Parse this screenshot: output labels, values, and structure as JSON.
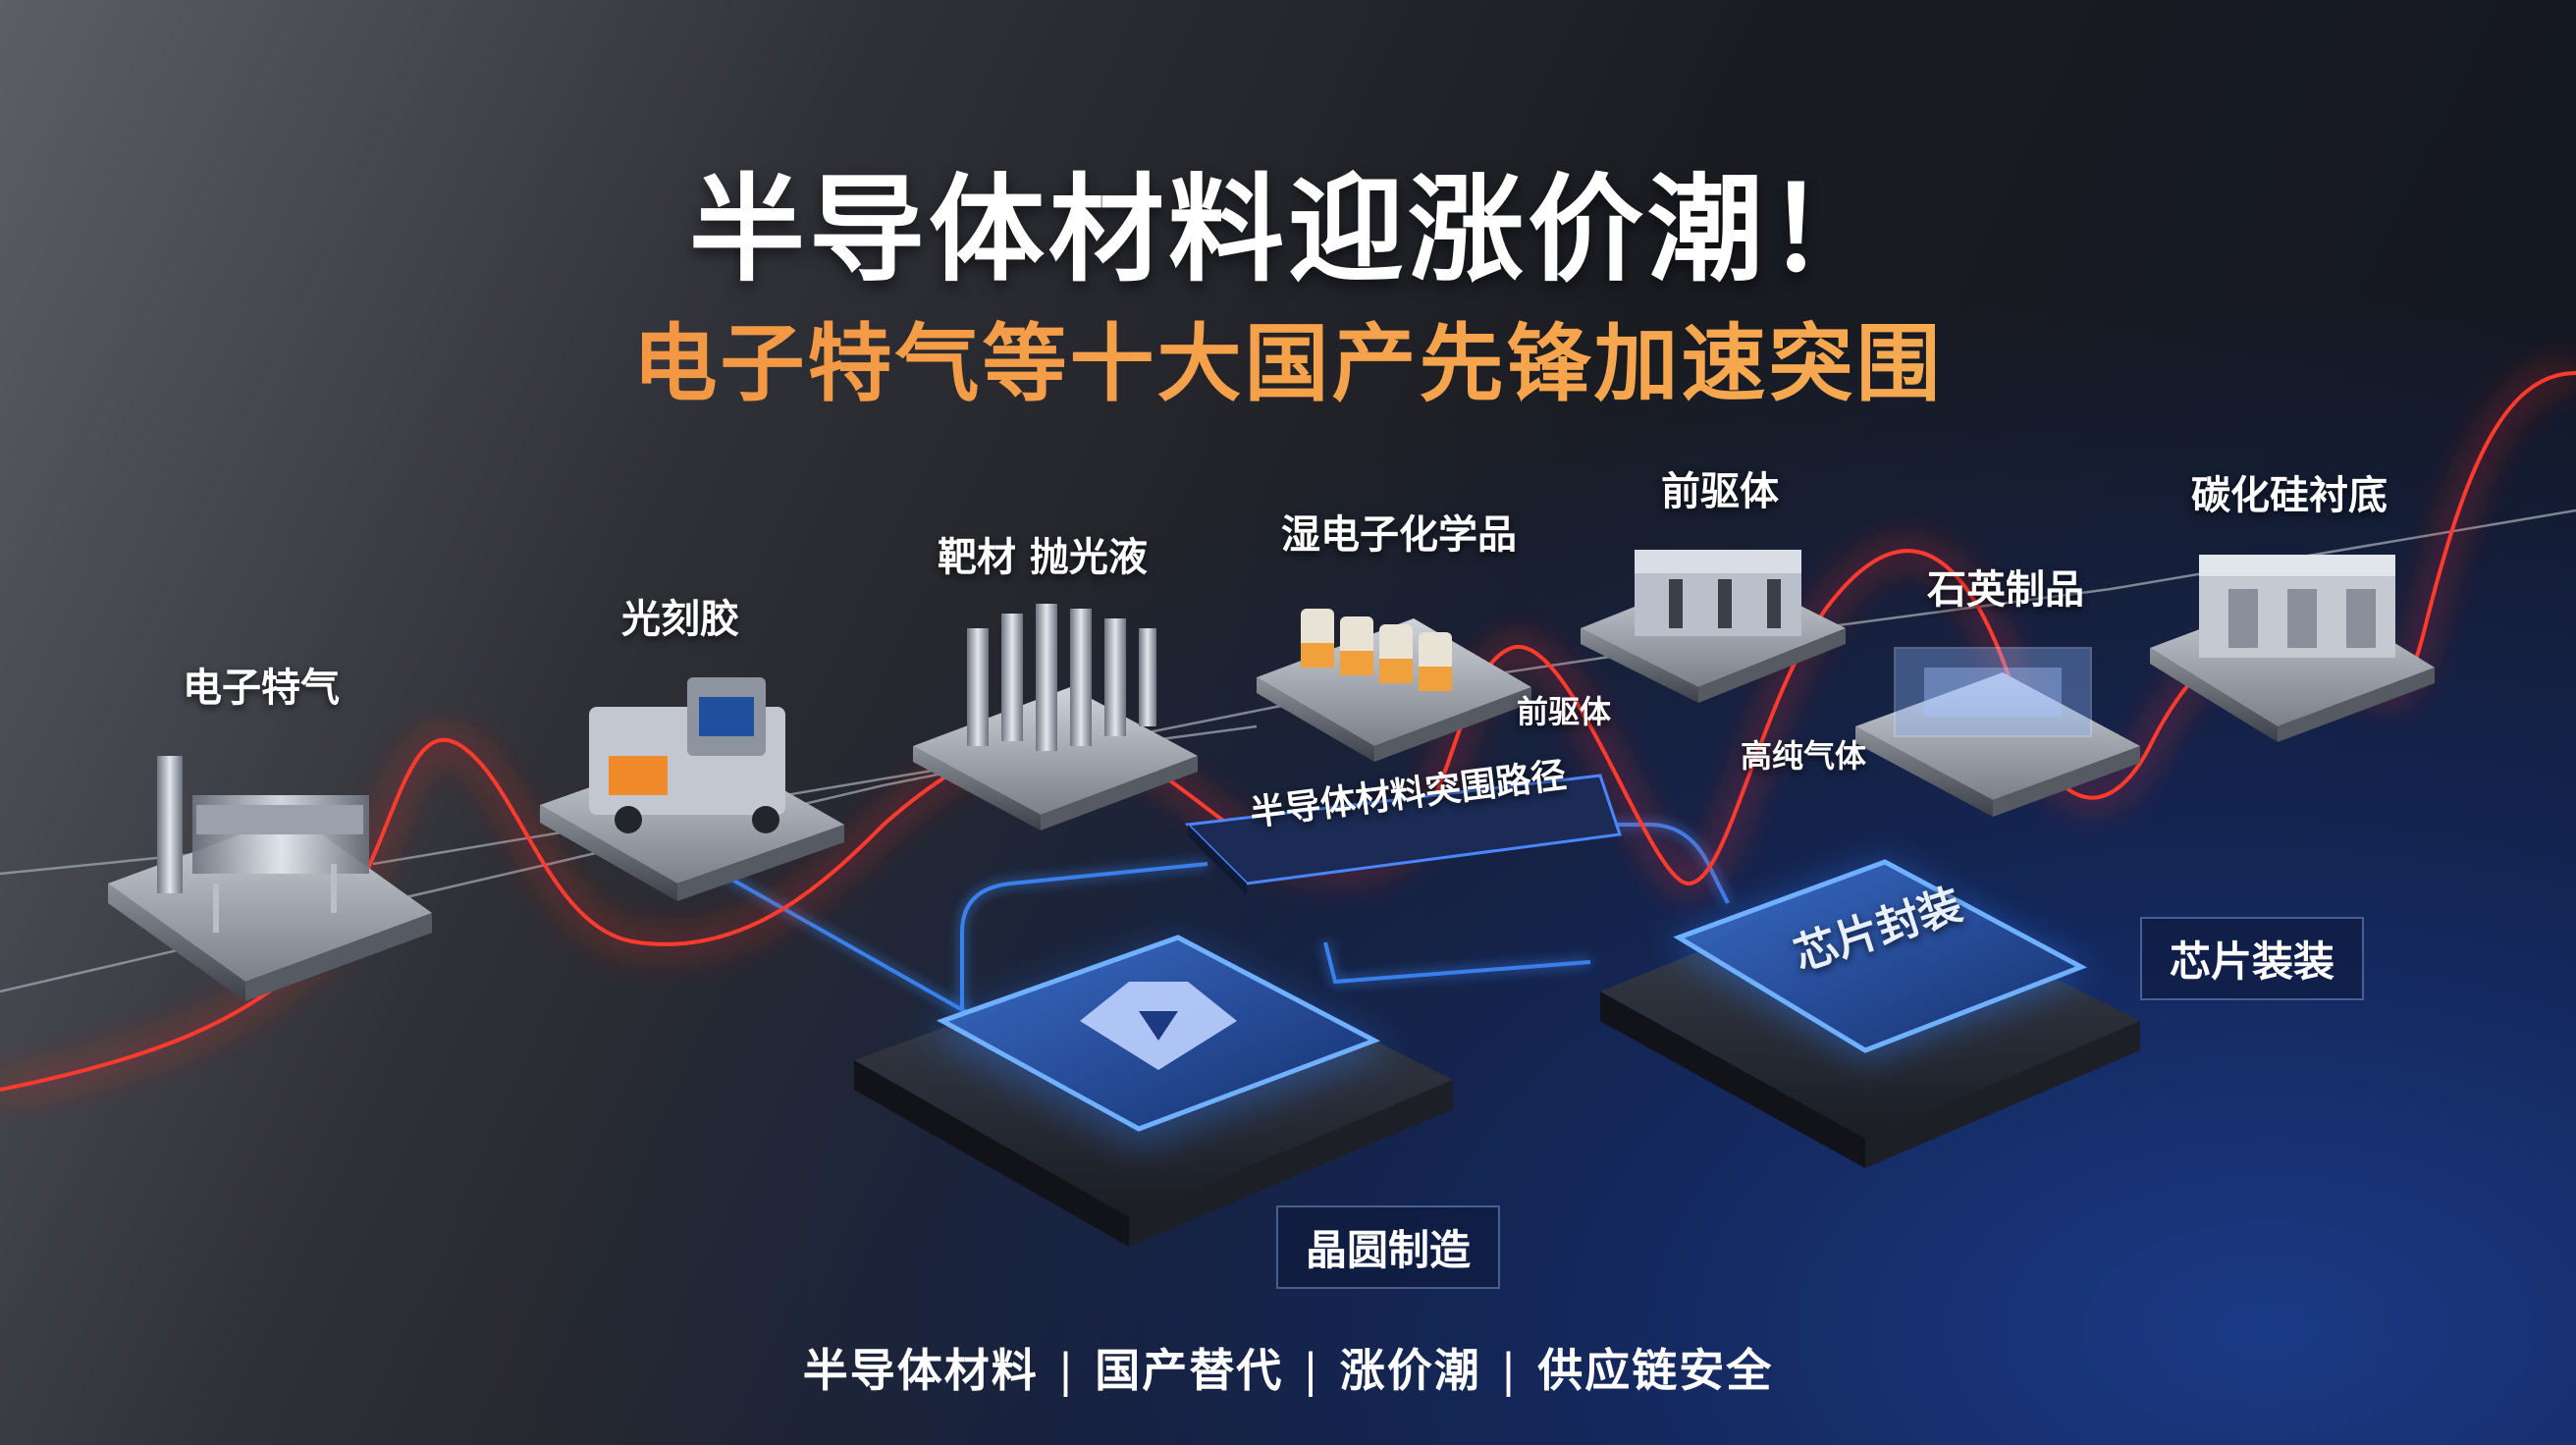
{
  "headline": {
    "title": "半导体材料迎涨价潮！",
    "subtitle": "电子特气等十大国产先锋加速突围"
  },
  "materials": {
    "electronic_gas": "电子特气",
    "photoresist": "光刻胶",
    "target_polish": "靶材 抛光液",
    "wet_chemicals": "湿电子化学品",
    "precursor": "前驱体",
    "quartz": "石英制品",
    "sic_substrate": "碳化硅衬底"
  },
  "curve_labels": {
    "precursor": "前驱体",
    "high_purity_gas": "高纯气体"
  },
  "path_banner": "半导体材料突围路径",
  "chips": {
    "packaging_chip_text": "芯片封装",
    "packaging_label": "芯片装装",
    "wafer_label": "晶圆制造"
  },
  "footer": {
    "tags": [
      "半导体材料",
      "国产替代",
      "涨价潮",
      "供应链安全"
    ],
    "separator": "|"
  },
  "colors": {
    "accent_red": "#ff2a1f",
    "accent_orange": "#f39a46",
    "glow_blue": "#2f7bff",
    "text_white": "#ffffff"
  }
}
